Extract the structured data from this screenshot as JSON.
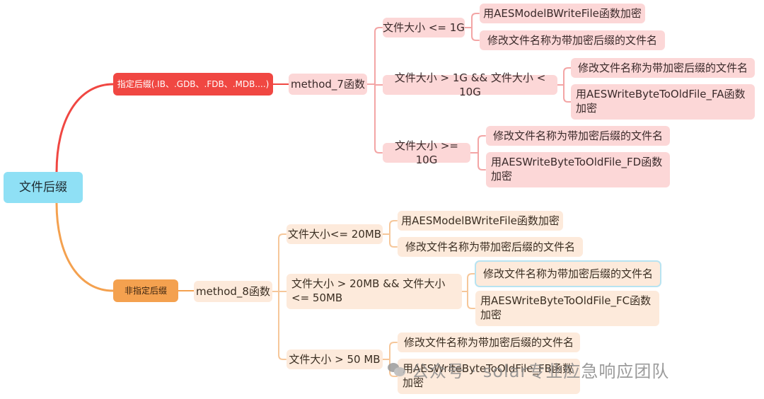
{
  "root": "文件后缀",
  "branches": [
    {
      "label": "指定后缀(.IB、.GDB、.FDB、.MDB....)",
      "method": "method_7函数",
      "color": "#f04742",
      "conditions": [
        {
          "label": "文件大小 <= 1G",
          "actions": [
            "用AESModelBWriteFile函数加密",
            "修改文件名称为带加密后缀的文件名"
          ]
        },
        {
          "label": "文件大小 > 1G && 文件大小 < 10G",
          "actions": [
            "修改文件名称为带加密后缀的文件名",
            "用AESWriteByteToOldFile_FA函数加密"
          ]
        },
        {
          "label": "文件大小 >= 10G",
          "actions": [
            "修改文件名称为带加密后缀的文件名",
            "用AESWriteByteToOldFile_FD函数加密"
          ]
        }
      ]
    },
    {
      "label": "非指定后缀",
      "method": "method_8函数",
      "color": "#f4a14f",
      "conditions": [
        {
          "label": "文件大小<= 20MB",
          "actions": [
            "用AESModelBWriteFile函数加密",
            "修改文件名称为带加密后缀的文件名"
          ]
        },
        {
          "label": "文件大小 > 20MB && 文件大小<= 50MB",
          "actions": [
            "修改文件名称为带加密后缀的文件名",
            "用AESWriteByteToOldFile_FC函数加密"
          ]
        },
        {
          "label": "文件大小 > 50 MB",
          "actions": [
            "修改文件名称为带加密后缀的文件名",
            "用AESWriteByteToOldFile_FB函数加密"
          ]
        }
      ]
    }
  ],
  "watermark": "公众号 · solar专业应急响应团队"
}
